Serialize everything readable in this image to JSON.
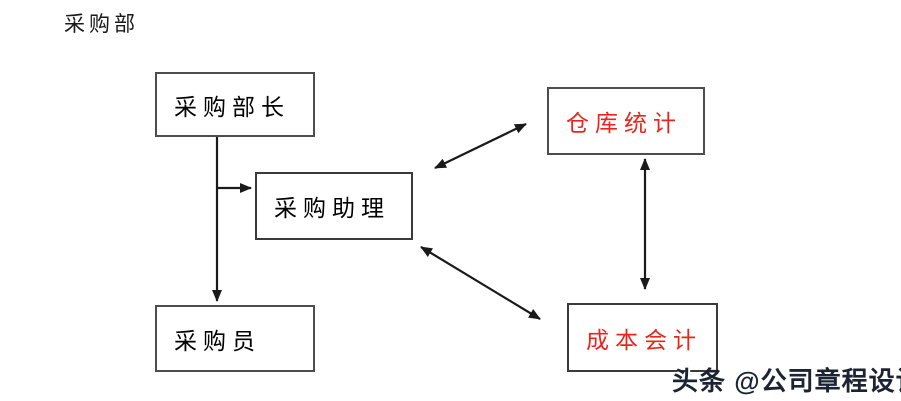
{
  "page": {
    "title": "采购部",
    "background": "#ffffff"
  },
  "diagram": {
    "nodes": [
      {
        "id": "purchasing-director",
        "label": "采购部长",
        "text_color": "#000000"
      },
      {
        "id": "purchasing-assistant",
        "label": "采购助理",
        "text_color": "#000000"
      },
      {
        "id": "purchaser",
        "label": "采购员",
        "text_color": "#000000"
      },
      {
        "id": "warehouse-statistics",
        "label": "仓库统计",
        "text_color": "#e8251d"
      },
      {
        "id": "cost-accounting",
        "label": "成本会计",
        "text_color": "#e8251d"
      }
    ],
    "edges": [
      {
        "from": "采购部长",
        "to": "采购员",
        "type": "arrow"
      },
      {
        "from": "采购部长",
        "to": "采购助理",
        "type": "arrow"
      },
      {
        "from": "采购助理",
        "to": "仓库统计",
        "type": "double-arrow"
      },
      {
        "from": "仓库统计",
        "to": "成本会计",
        "type": "double-arrow"
      },
      {
        "from": "采购助理",
        "to": "成本会计",
        "type": "double-arrow"
      }
    ],
    "colors": {
      "red_label": "#e8251d",
      "line": "#1a1a1a",
      "box_border": "#4d4d4d"
    }
  },
  "watermark": {
    "text": "头条 @公司章程设计",
    "color": "#1c2433"
  }
}
